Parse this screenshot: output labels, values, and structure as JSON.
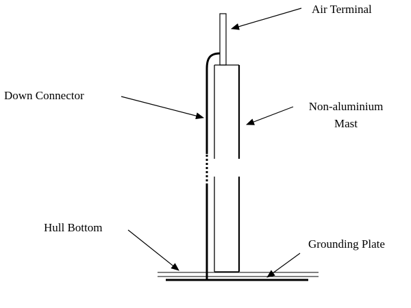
{
  "labels": {
    "air_terminal": "Air Terminal",
    "down_connector": "Down Connector",
    "mast_line1": "Non-aluminium",
    "mast_line2": "Mast",
    "hull_bottom": "Hull Bottom",
    "grounding_plate": "Grounding Plate"
  },
  "colors": {
    "stroke": "#000000",
    "background": "#ffffff"
  }
}
